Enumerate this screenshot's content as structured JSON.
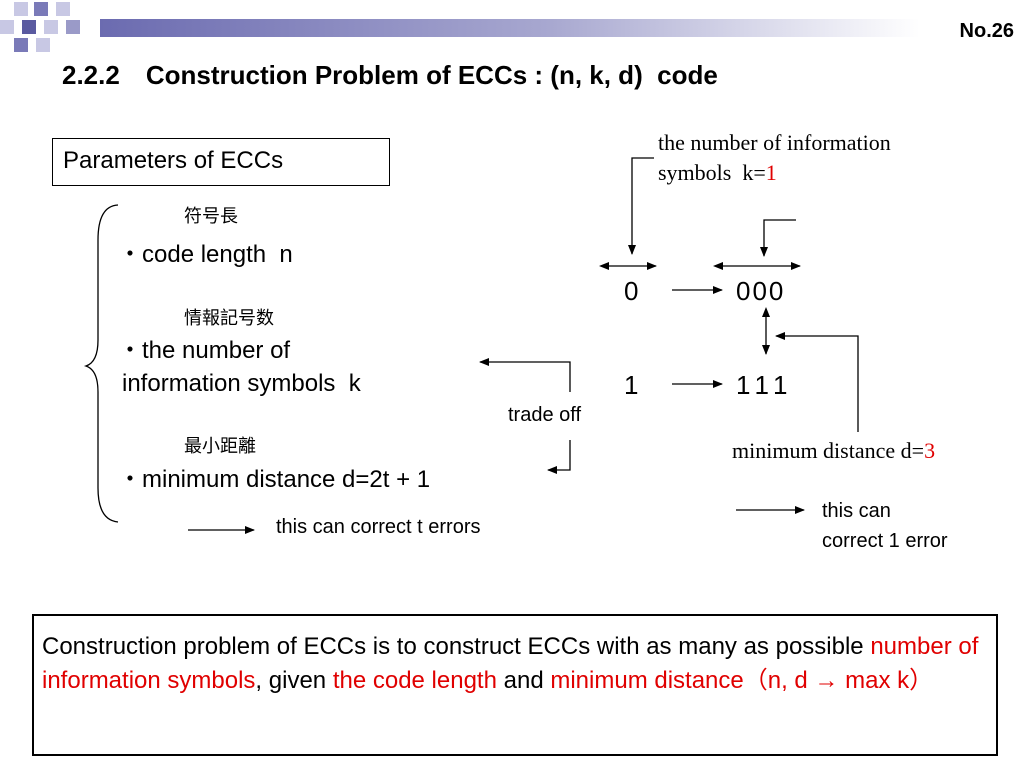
{
  "header": {
    "slide_number": "No.26",
    "title": "2.2.2 Construction Problem of ECCs : (n, k, d)  code"
  },
  "params_box": {
    "label": "Parameters of ECCs"
  },
  "parameters": [
    {
      "jp": "符号長",
      "label": "・code length  n"
    },
    {
      "jp": "情報記号数",
      "label": "・the number of",
      "label2": "information symbols  k"
    },
    {
      "jp": "最小距離",
      "label": "・minimum distance d=2t + 1"
    }
  ],
  "tradeoff_label": "trade off",
  "correct_t_label": "this can correct t errors",
  "example": {
    "info_note_line1": "the number of information",
    "info_note_line2_prefix": "symbols  k=",
    "info_note_k": "1",
    "zero_symbol": "0",
    "zero_codeword": "000",
    "one_symbol": "1",
    "one_codeword": "111",
    "distance_prefix": "minimum distance d=",
    "distance_value": "3",
    "correct_line1": "this can",
    "correct_line2": "correct 1 error"
  },
  "conclusion": {
    "part1": "Construction problem of ECCs is to construct ECCs with as many as possible ",
    "part2": "number of information symbols",
    "part3": ", given ",
    "part4": "the code length",
    "part5": " and ",
    "part6": "minimum distance（n, d → max k）"
  },
  "colors": {
    "accent_red": "#e00000",
    "bar_start": "#6b6bb0",
    "square_light": "#c8c8e4",
    "square_dark": "#7a7ab8"
  }
}
